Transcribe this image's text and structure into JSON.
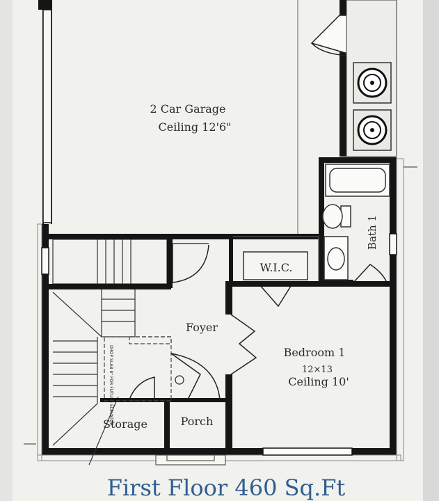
{
  "title": "First Floor 460 Sq.Ft",
  "rooms": {
    "garage": {
      "name": "2 Car Garage",
      "ceiling": "Ceiling 12'6\""
    },
    "foyer": {
      "name": "Foyer"
    },
    "wic": {
      "name": "W.I.C."
    },
    "bath": {
      "name": "Bath 1"
    },
    "bedroom": {
      "name": "Bedroom 1",
      "size": "12×13",
      "ceiling": "Ceiling 10'"
    },
    "storage": {
      "name": "Storage"
    },
    "porch": {
      "name": "Porch"
    }
  },
  "notes": {
    "elevator": "DROP SLAB 8\" FOR FUTURE ELEVATOR"
  },
  "colors": {
    "paper": "#f2f2ef",
    "wall": "#151515",
    "line": "#6a6a6a",
    "title": "#2f5d8f"
  }
}
